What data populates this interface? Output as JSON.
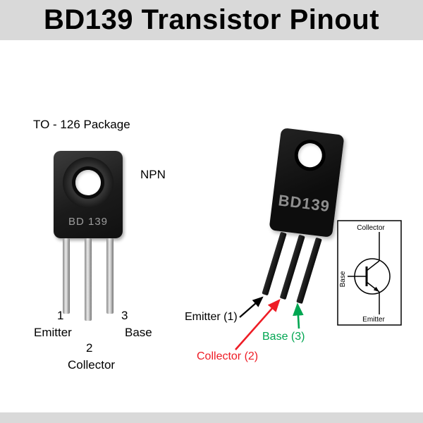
{
  "title": "BD139 Transistor Pinout",
  "left_diagram": {
    "package_label": "TO - 126 Package",
    "transistor_type": "NPN",
    "body_marking": "BD 139",
    "pin1_number": "1",
    "pin1_name": "Emitter",
    "pin2_number": "2",
    "pin2_name": "Collector",
    "pin3_number": "3",
    "pin3_name": "Base"
  },
  "right_diagram": {
    "body_marking": "BD139",
    "emitter_label": "Emitter (1)",
    "collector_label": "Collector (2)",
    "base_label": "Base (3)"
  },
  "schematic": {
    "collector_label": "Collector",
    "base_label": "Base",
    "emitter_label": "Emitter"
  },
  "colors": {
    "header_bg": "#d9d9d9",
    "footer_bg": "#d9d9d9",
    "emitter_arrow": "#000000",
    "collector_arrow": "#ee1c25",
    "base_arrow": "#00a651"
  }
}
